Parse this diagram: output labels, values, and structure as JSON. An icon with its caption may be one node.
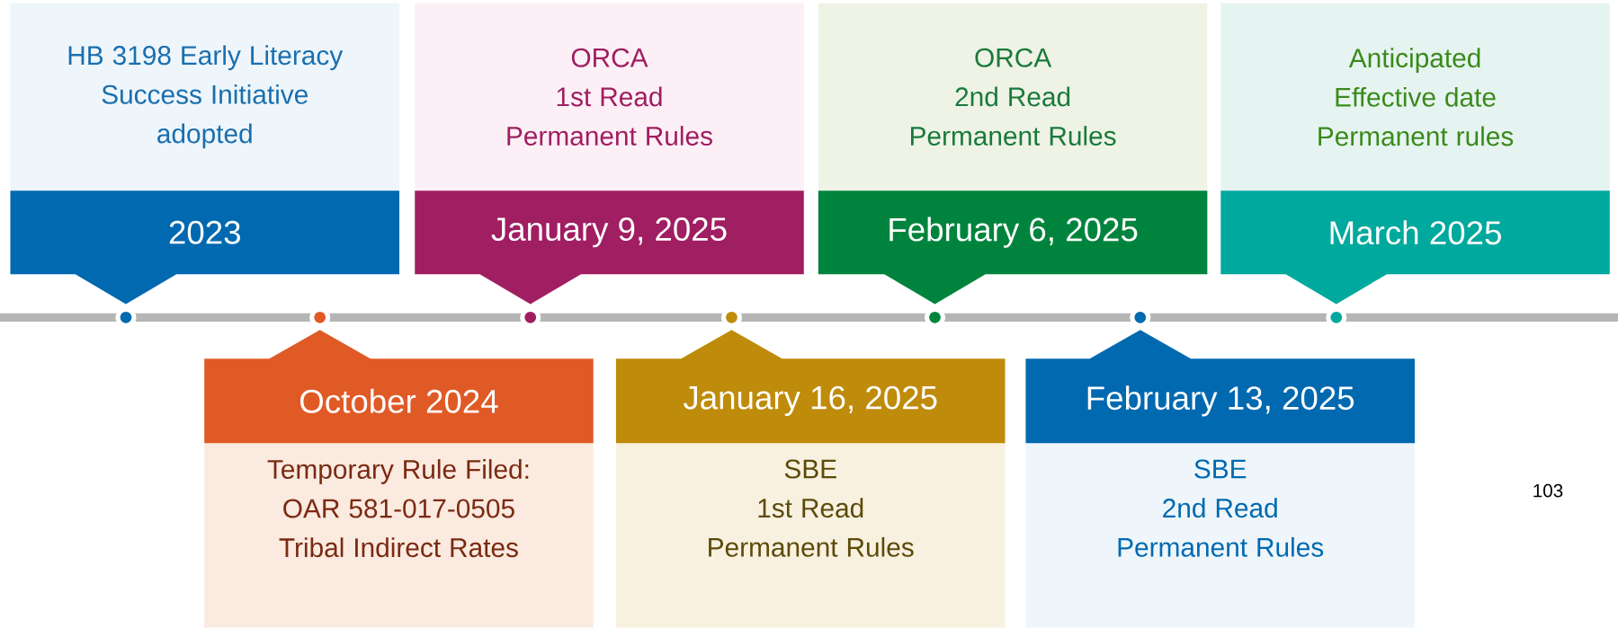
{
  "diagram": {
    "nodes": [
      {
        "text": [
          "HB 3198 Early Literacy Success Initiative adopted",
          "2023"
        ]
      },
      {
        "text": [
          "October 2024",
          "Temporary Rule Filed: OAR 581-017-0505 Tribal Indirect Rates"
        ]
      },
      {
        "text": [
          "ORCA 1st Read Permanent Rules",
          "January 9, 2025"
        ]
      },
      {
        "text": [
          "January 16, 2025",
          "SBE 1st Read Permanent Rules"
        ]
      },
      {
        "text": [
          "ORCA 2nd Read Permanent Rules",
          "February 6, 2025"
        ]
      },
      {
        "text": [
          "February 13, 2025",
          "SBE 2nd Read Permanent Rules"
        ]
      },
      {
        "text": [
          "Anticipated Effective date Permanent rules",
          "March 2025"
        ]
      }
    ],
    "labels": [
      "103"
    ]
  }
}
